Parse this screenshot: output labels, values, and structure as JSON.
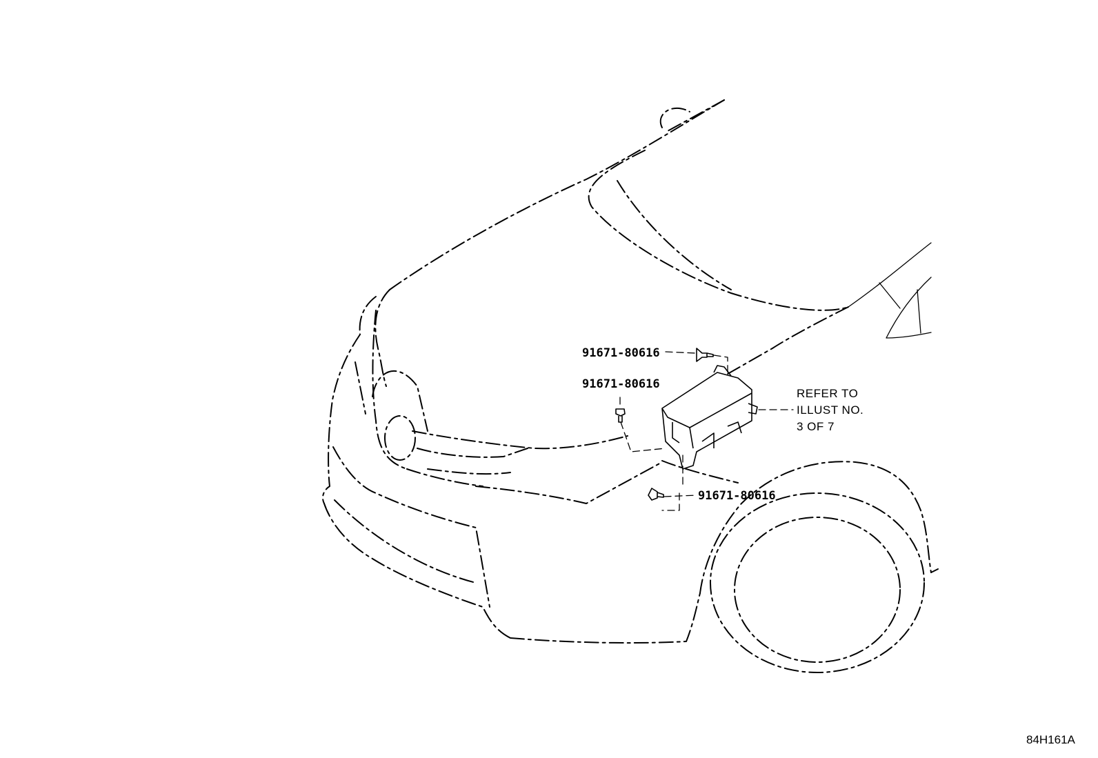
{
  "diagram": {
    "callouts": [
      {
        "part_number": "91671-80616"
      },
      {
        "part_number": "91671-80616"
      },
      {
        "part_number": "91671-80616"
      }
    ],
    "reference_note": {
      "line1": "REFER TO",
      "line2": "ILLUST NO.",
      "line3": "3 OF 7"
    },
    "illustration_code": "84H161A"
  }
}
